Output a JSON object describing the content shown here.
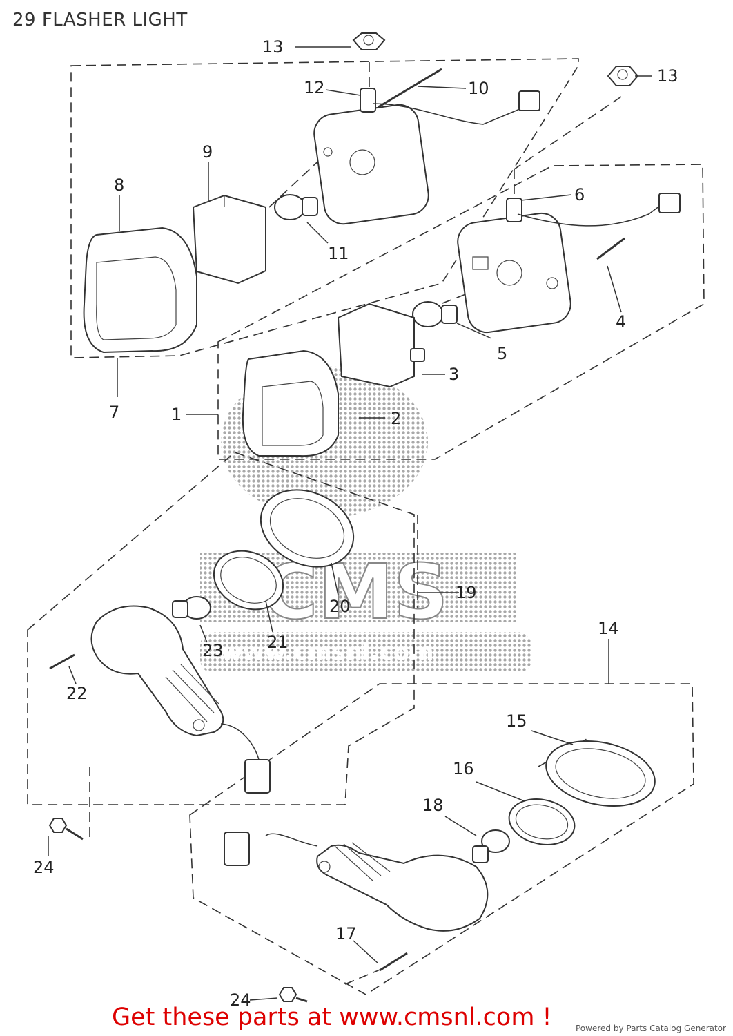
{
  "page": {
    "title": "29 FLASHER LIGHT"
  },
  "watermark": {
    "text": "CMS",
    "subtext": "www.cmsnl.com",
    "color": "#999999"
  },
  "callouts": {
    "c1": "1",
    "c2": "2",
    "c3": "3",
    "c4": "4",
    "c5": "5",
    "c6": "6",
    "c7": "7",
    "c8": "8",
    "c9": "9",
    "c10": "10",
    "c11": "11",
    "c12": "12",
    "c13a": "13",
    "c13b": "13",
    "c14": "14",
    "c15": "15",
    "c16": "16",
    "c17": "17",
    "c18": "18",
    "c19": "19",
    "c20": "20",
    "c21": "21",
    "c22": "22",
    "c23": "23",
    "c24a": "24",
    "c24b": "24"
  },
  "footer": {
    "cta": "Get these parts at www.cmsnl.com !",
    "powered": "Powered by Parts Catalog Generator",
    "cta_color": "#dd0000"
  }
}
